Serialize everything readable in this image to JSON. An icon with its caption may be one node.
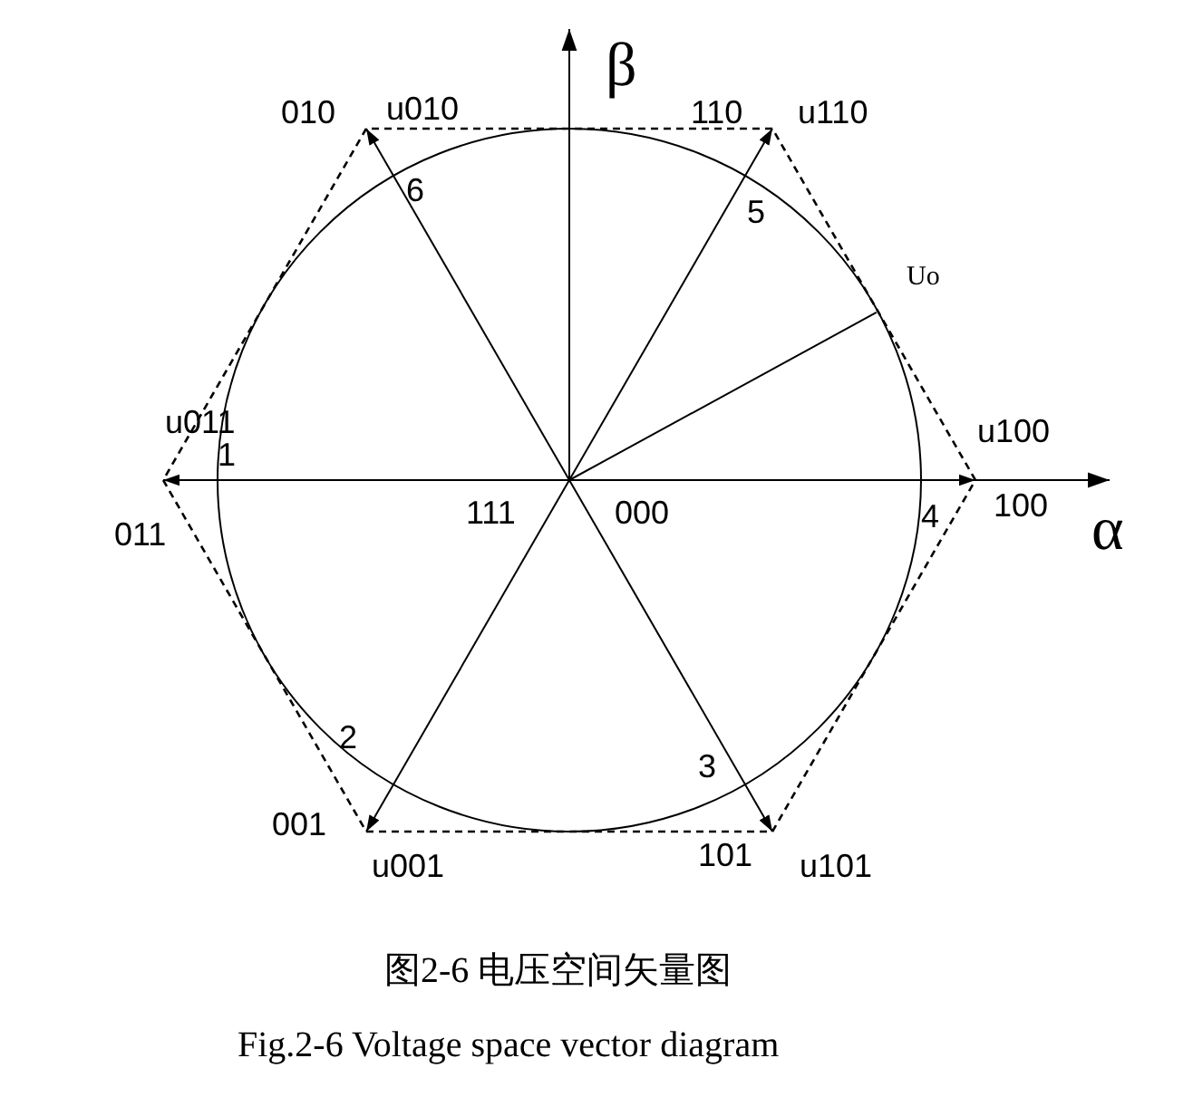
{
  "diagram": {
    "caption": "图2-6 电压空间矢量图",
    "labels": [
      "β",
      "010",
      "u010",
      "110",
      "u110",
      "6",
      "5",
      "Uo",
      "u011",
      "1",
      "u100",
      "011",
      "111",
      "000",
      "4",
      "100",
      "α",
      "2",
      "3",
      "001",
      "u001",
      "101",
      "u101",
      "Fig.2-6 Voltage space vector diagram"
    ]
  }
}
